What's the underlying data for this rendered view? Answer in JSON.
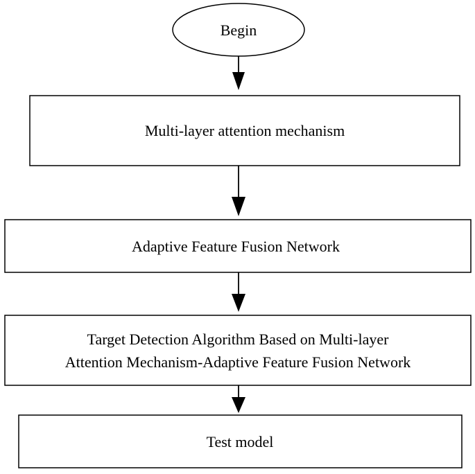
{
  "flowchart": {
    "start": {
      "label": "Begin"
    },
    "steps": [
      {
        "lines": [
          "Multi-layer attention mechanism"
        ]
      },
      {
        "lines": [
          "Adaptive Feature Fusion Network"
        ]
      },
      {
        "lines": [
          "Target Detection Algorithm Based on Multi-layer",
          "Attention Mechanism-Adaptive Feature Fusion Network"
        ]
      },
      {
        "lines": [
          "Test model"
        ]
      }
    ]
  }
}
